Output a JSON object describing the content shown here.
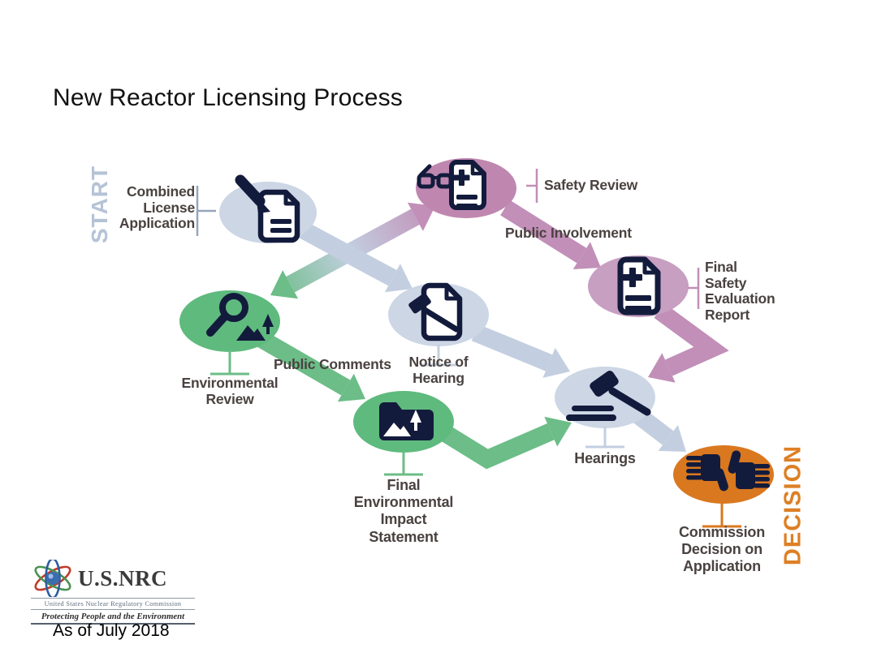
{
  "title": "New Reactor Licensing Process",
  "flow": {
    "start_label": "START",
    "decision_label": "DECISION",
    "nodes": {
      "combined_license_application": {
        "lines": [
          "Combined",
          "License",
          "Application"
        ],
        "icon": "pen-document-icon",
        "color": "#ccd6e5"
      },
      "safety_review": {
        "lines": [
          "Safety Review"
        ],
        "icon": "glasses-document-icon",
        "color": "#bf87b0"
      },
      "final_safety_evaluation_report": {
        "lines": [
          "Final",
          "Safety",
          "Evaluation",
          "Report"
        ],
        "icon": "document-plus-icon",
        "color": "#c79fc1"
      },
      "environmental_review": {
        "lines": [
          "Environmental",
          "Review"
        ],
        "icon": "magnifier-landscape-icon",
        "color": "#5fba7e"
      },
      "notice_of_hearing": {
        "lines": [
          "Notice of",
          "Hearing"
        ],
        "icon": "gavel-document-icon",
        "color": "#ccd6e5"
      },
      "final_environmental_impact_statement": {
        "lines": [
          "Final",
          "Environmental",
          "Impact",
          "Statement"
        ],
        "icon": "folder-landscape-icon",
        "color": "#5fba7e"
      },
      "hearings": {
        "lines": [
          "Hearings"
        ],
        "icon": "gavel-icon",
        "color": "#ccd6e5"
      },
      "decision": {
        "lines": [
          "Commission",
          "Decision on",
          "Application"
        ],
        "icon": "thumbs-down-up-icon",
        "color": "#d9781f"
      }
    },
    "edge_labels": {
      "public_involvement": "Public Involvement",
      "public_comments": "Public Comments"
    },
    "colors": {
      "blue_node": "#ccd6e5",
      "blue_arrow": "#c3cfe0",
      "purple_node": "#bf87b0",
      "purple_node_light": "#c79fc1",
      "purple_arrow": "#c18fb8",
      "green_node": "#5fba7e",
      "green_arrow": "#6cbd87",
      "orange_node": "#d9781f",
      "icon_navy": "#131b3c",
      "label_text": "#4a4240",
      "start_text": "#b5c3d6",
      "decision_text": "#dd7f25"
    }
  },
  "logo": {
    "acronym": "U.S.NRC",
    "full_name": "United States Nuclear Regulatory Commission",
    "motto": "Protecting People and the Environment",
    "icon": "atom-icon"
  },
  "footer": {
    "as_of": "As of July 2018"
  }
}
